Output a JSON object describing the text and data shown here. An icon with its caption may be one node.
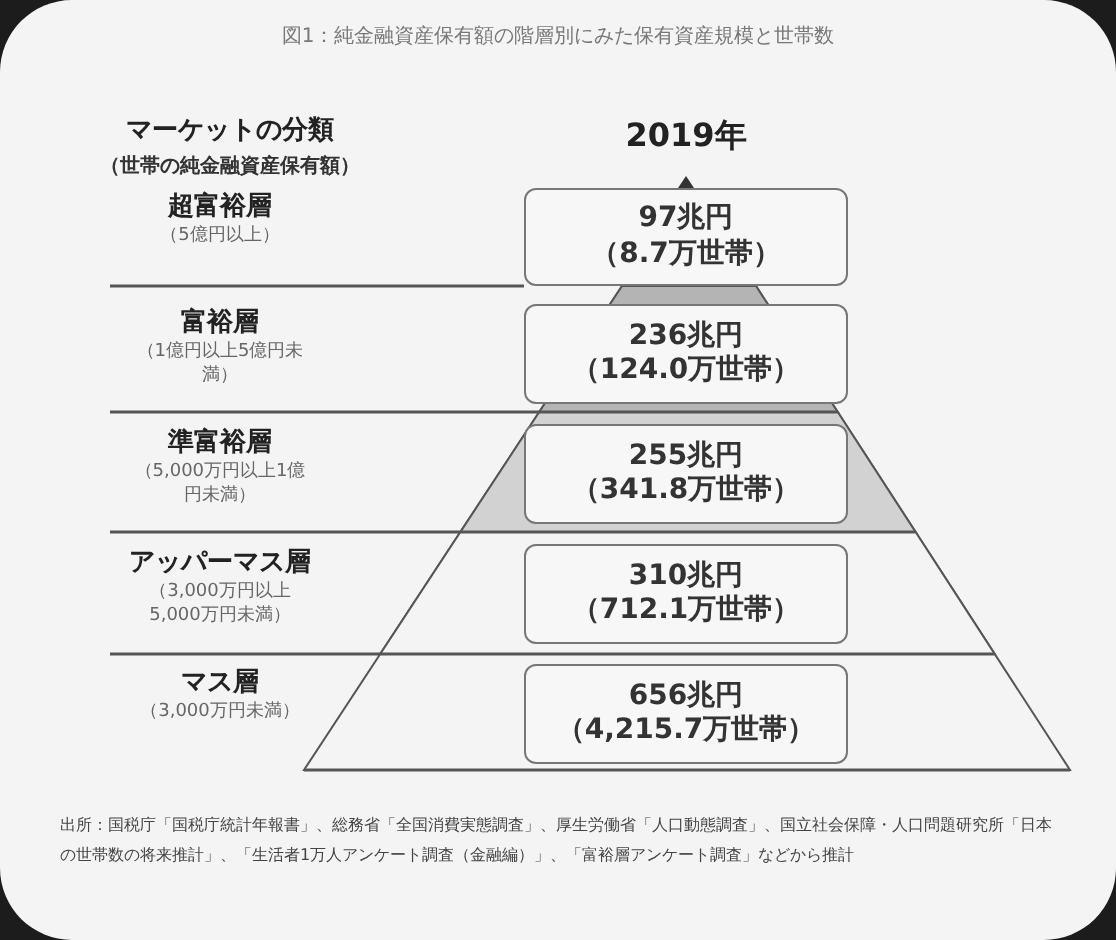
{
  "diagram": {
    "title": "図1：純金融資産保有額の階層別にみた保有資産規模と世帯数",
    "nodes": [
      {
        "text": [
          "97兆円",
          "（8.7万世帯）"
        ]
      },
      {
        "text": [
          "236兆円",
          "（124.0万世帯）"
        ]
      },
      {
        "text": [
          "255兆円",
          "（341.8万世帯）"
        ]
      },
      {
        "text": [
          "310兆円",
          "（712.1万世帯）"
        ]
      },
      {
        "text": [
          "656兆円",
          "（4,215.7万世帯）"
        ]
      }
    ],
    "labels": [
      "マーケットの分類",
      "（世帯の純金融資産保有額）",
      "2019年",
      "超富裕層",
      "（5億円以上）",
      "富裕層",
      "（1億円以上5億円未満）",
      "準富裕層",
      "（5,000万円以上1億円未満）",
      "アッパーマス層",
      "（3,000万円以上5,000万円未満）",
      "マス層",
      "（3,000万円未満）"
    ],
    "caption": "出所：国税庁「国税庁統計年報書」、総務省「全国消費実態調査」、厚生労働省「人口動態調査」、国立社会保障・人口問題研究所「日本の世帯数の将来推計」、「生活者1万人アンケート調査（金融編）」、「富裕層アンケート調査」などから推計"
  }
}
